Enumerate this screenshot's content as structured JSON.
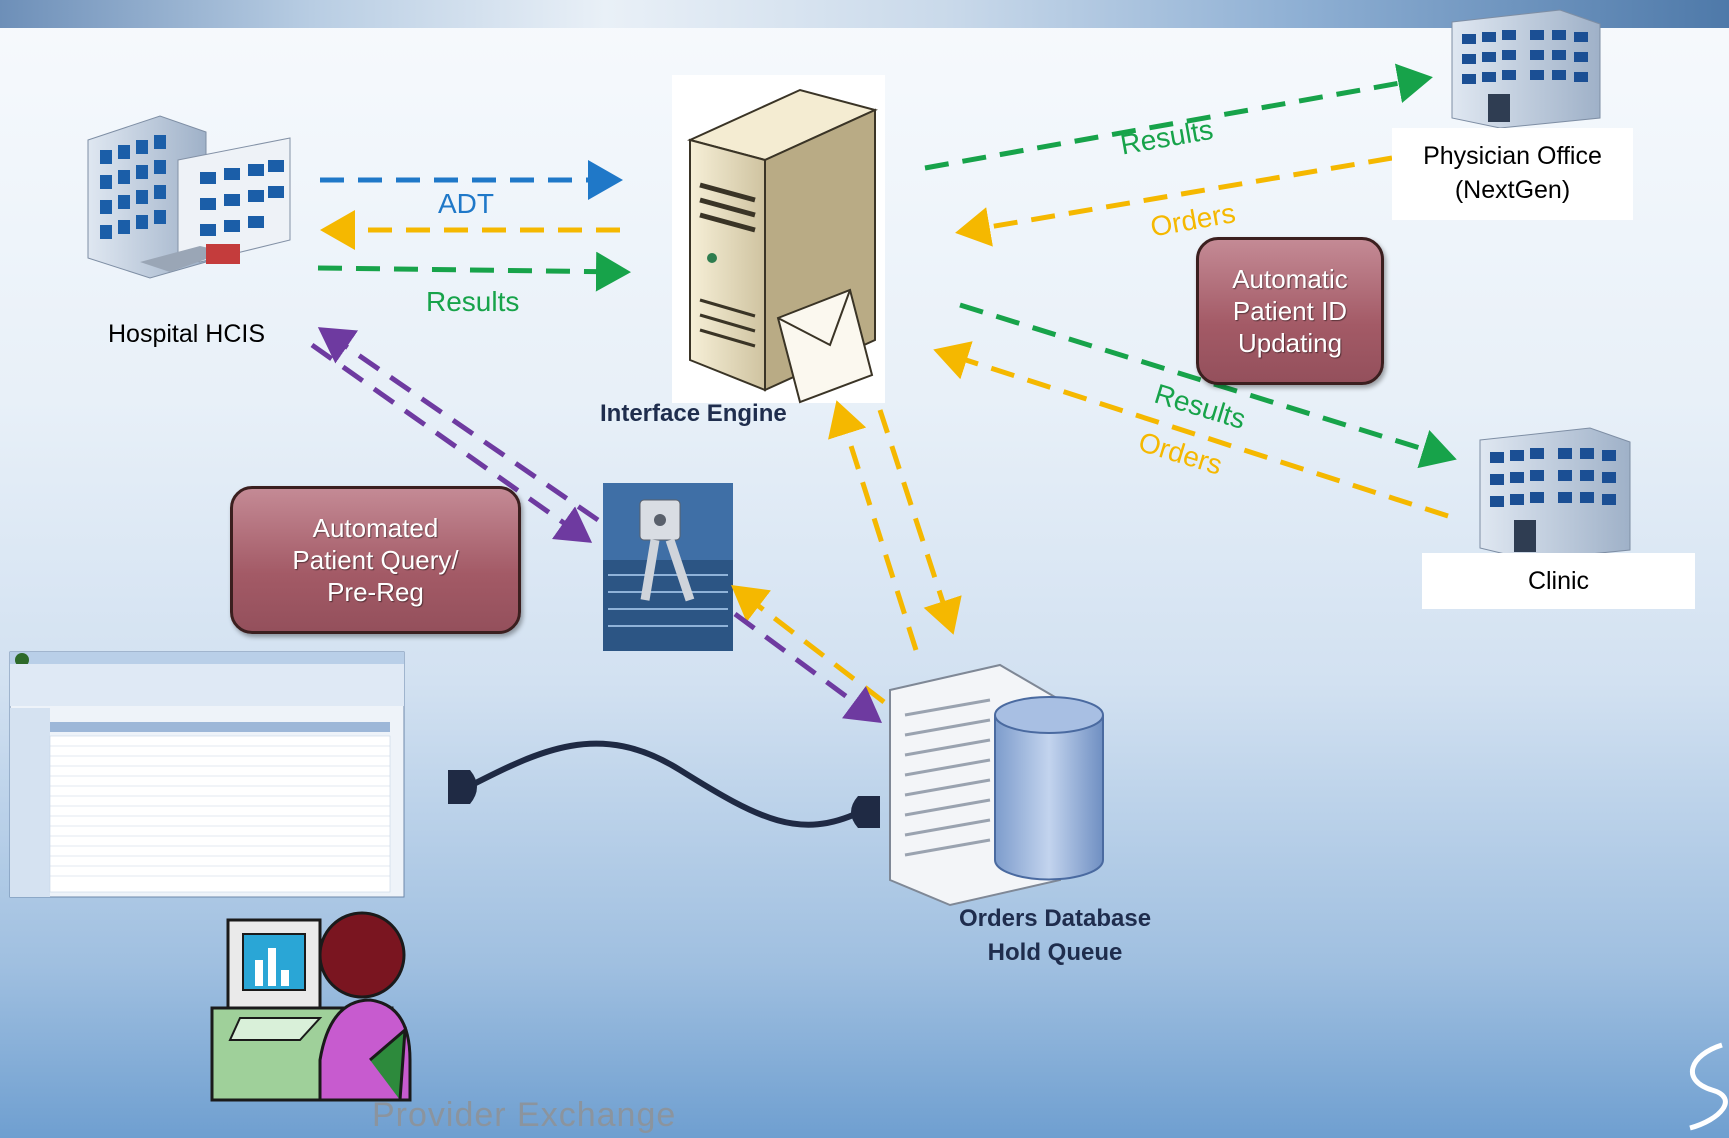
{
  "nodes": {
    "hospital": "Hospital HCIS",
    "interface_engine": "Interface Engine",
    "physician_office_line1": "Physician Office",
    "physician_office_line2": "(NextGen)",
    "clinic": "Clinic",
    "orders_db_line1": "Orders Database",
    "orders_db_line2": "Hold Queue"
  },
  "flows": {
    "adt": "ADT",
    "results_hospital": "Results",
    "results_physician": "Results",
    "orders_physician": "Orders",
    "results_clinic": "Results",
    "orders_clinic": "Orders"
  },
  "callouts": {
    "automatic_id_line1": "Automatic",
    "automatic_id_line2": "Patient ID",
    "automatic_id_line3": "Updating",
    "automated_query_line1": "Automated",
    "automated_query_line2": "Patient Query/",
    "automated_query_line3": "Pre-Reg"
  },
  "footer": "Provider Exchange",
  "colors": {
    "adt": "#1f78c8",
    "results": "#17a34a",
    "orders": "#f5b800",
    "query": "#6e3aa0",
    "callout": "#a35a66"
  }
}
